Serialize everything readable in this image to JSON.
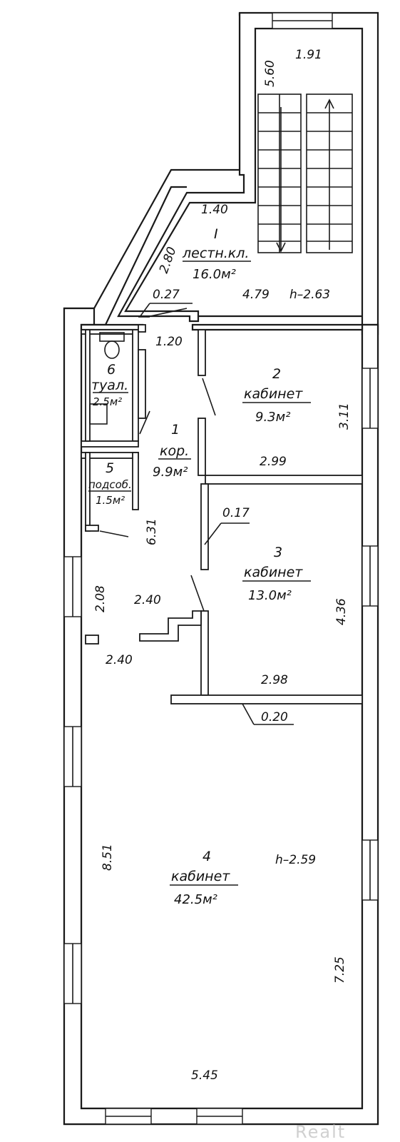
{
  "rooms": [
    {
      "number": "I",
      "name": "лестн.кл.",
      "area": "16.0м²"
    },
    {
      "number": "2",
      "name": "кабинет",
      "area": "9.3м²"
    },
    {
      "number": "3",
      "name": "кабинет",
      "area": "13.0м²"
    },
    {
      "number": "4",
      "name": "кабинет",
      "area": "42.5м²"
    },
    {
      "number": "1",
      "name": "кор.",
      "area": "9.9м²"
    },
    {
      "number": "5",
      "name": "подсоб.",
      "area": "1.5м²"
    },
    {
      "number": "6",
      "name": "туал.",
      "area": "2.5м²"
    }
  ],
  "dimensions": {
    "stair_top_width": "1.91",
    "stair_length": "5.60",
    "landing_width": "1.40",
    "stair_side": "2.80",
    "wall_027": "0.27",
    "stair_bottom": "4.79",
    "height_top": "h–2.63",
    "corr_top": "1.20",
    "room2_height": "3.11",
    "room2_width": "2.99",
    "wall_017": "0.17",
    "corr_length": "6.31",
    "left_208": "2.08",
    "corr_240a": "2.40",
    "corr_240b": "2.40",
    "room3_height": "4.36",
    "room3_width": "2.98",
    "wall_020": "0.20",
    "room4_height_left": "8.51",
    "height_bottom": "h–2.59",
    "room4_height_right": "7.25",
    "room4_width": "5.45"
  },
  "watermark": "Realt"
}
